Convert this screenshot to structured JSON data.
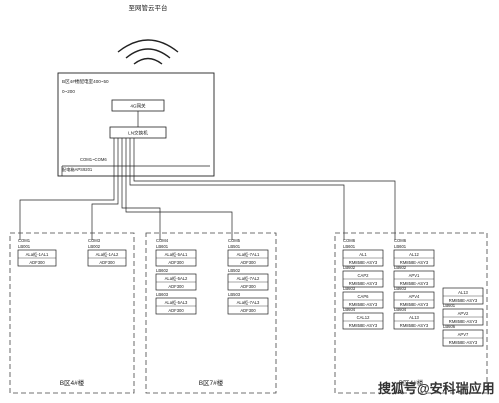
{
  "cloud": {
    "label": "至网管云平台",
    "icon": "wifi-signal-icon"
  },
  "main_panel": {
    "title_line1": "B区4#楼配电室400~50",
    "title_line2": "0~200",
    "module_upper": "4G网关",
    "module_lower": "LN交换机",
    "com_label": "COM1~COM6",
    "bottom_label": "配电箱APS9201"
  },
  "groups": [
    {
      "label": "B区4#楼",
      "columns": [
        {
          "com": "COM1",
          "devices": [
            {
              "tag": "LB001",
              "type": "ALa柜-1AL1",
              "model": "ADF300"
            }
          ]
        },
        {
          "com": "COM3",
          "devices": [
            {
              "tag": "LB002",
              "type": "ALa柜-1AL2",
              "model": "ADF300"
            }
          ]
        }
      ]
    },
    {
      "label": "B区7#楼",
      "columns": [
        {
          "com": "COM4",
          "devices": [
            {
              "tag": "LB601",
              "type": "ALa柜-5AL1",
              "model": "ADF300"
            },
            {
              "tag": "LB602",
              "type": "ALa柜-5AL2",
              "model": "ADF300"
            },
            {
              "tag": "LB603",
              "type": "ALa柜-5AL3",
              "model": "ADF300"
            }
          ]
        },
        {
          "com": "COM5",
          "devices": [
            {
              "tag": "LB501",
              "type": "ALa柜-7AL1",
              "model": "ADF300"
            },
            {
              "tag": "LB502",
              "type": "ALa柜-7AL2",
              "model": "ADF300"
            },
            {
              "tag": "LB503",
              "type": "ALa柜-7AL3",
              "model": "ADF300"
            }
          ]
        }
      ]
    },
    {
      "label": "B区4#楼",
      "columns": [
        {
          "com": "COM6",
          "devices": [
            {
              "tag": "LB601",
              "type": "AL1",
              "model": "RM858E-ASY3"
            },
            {
              "tag": "LB602",
              "type": "CAP2",
              "model": "RM858E-ASY3"
            },
            {
              "tag": "LB603",
              "type": "CAP6",
              "model": "RM858E-ASY3"
            },
            {
              "tag": "LB604",
              "type": "CAL12",
              "model": "RM858E-ASY3"
            }
          ]
        },
        {
          "com": "COM6",
          "devices": [
            {
              "tag": "LB601",
              "type": "AL12",
              "model": "RM858E-ASY3"
            },
            {
              "tag": "LB602",
              "type": "APV1",
              "model": "RM858E-ASY3"
            },
            {
              "tag": "LB603",
              "type": "APV4",
              "model": "RM858E-ASY3"
            },
            {
              "tag": "LB604",
              "type": "AL13",
              "model": "RM858E-ASY3"
            }
          ]
        },
        {
          "com": "",
          "devices": [
            {
              "tag": "",
              "type": "AL13",
              "model": "RM858E-ASY3"
            },
            {
              "tag": "LB601",
              "type": "APV2",
              "model": "RM858E-ASY3"
            },
            {
              "tag": "LB606",
              "type": "APV7",
              "model": "RM858E-ASY3"
            }
          ]
        }
      ]
    }
  ],
  "watermark": "搜狐号@安科瑞应用"
}
